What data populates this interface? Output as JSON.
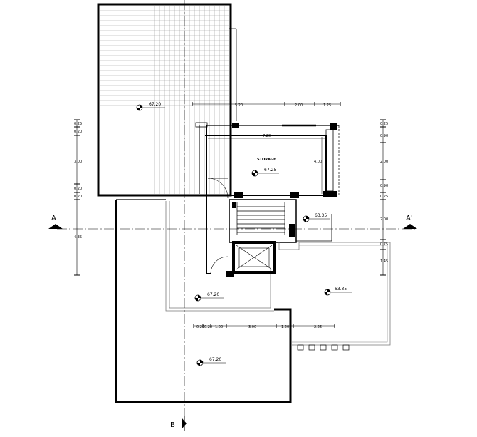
{
  "section_marks": {
    "a_left": "A",
    "a_right": "A'",
    "b_bottom": "B"
  },
  "room": {
    "storage": "STORAGE"
  },
  "levels": {
    "terrace_top": "67.20",
    "storage": "67.25",
    "stair_landing": "63.35",
    "right_area": "63.35",
    "lower_left": "67.20",
    "bottom": "67.20"
  },
  "dimensions": {
    "top_horizontal": [
      "5.20",
      "2.00",
      "1.25"
    ],
    "storage_width": "7.20",
    "storage_depth": "4.00",
    "left_vertical": [
      "0.25",
      "0.20",
      "3.00",
      "0.20",
      "0.20",
      "4.35"
    ],
    "right_vertical": [
      "0.25",
      "0.90",
      "2.00",
      "0.90",
      "0.25",
      "2.00",
      "0.75",
      "1.45"
    ],
    "bottom_horizontal": [
      "0.20",
      "0.20",
      "1.00",
      "3.00",
      "1.20",
      "2.25"
    ]
  },
  "colors": {
    "line": "#000000",
    "hatch_grid": "#9a9a9a",
    "light_line": "#7a7a7a"
  }
}
